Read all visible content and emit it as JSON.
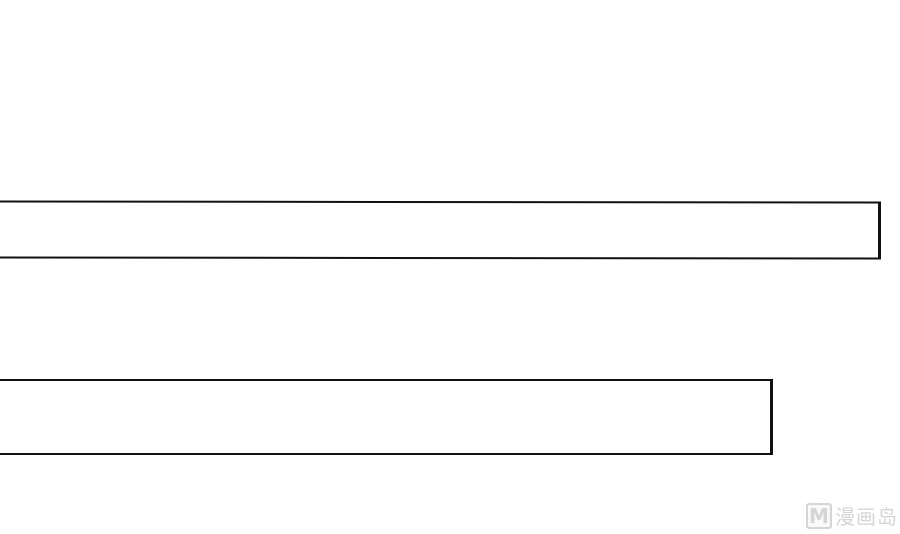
{
  "panel": {
    "boxes": [
      {
        "id": "box1",
        "text": ""
      },
      {
        "id": "box2",
        "text": ""
      }
    ]
  },
  "watermark": {
    "logo": "M",
    "text": "漫画岛"
  },
  "colors": {
    "background": "#ffffff",
    "border": "#111111",
    "watermark": "#888888"
  }
}
